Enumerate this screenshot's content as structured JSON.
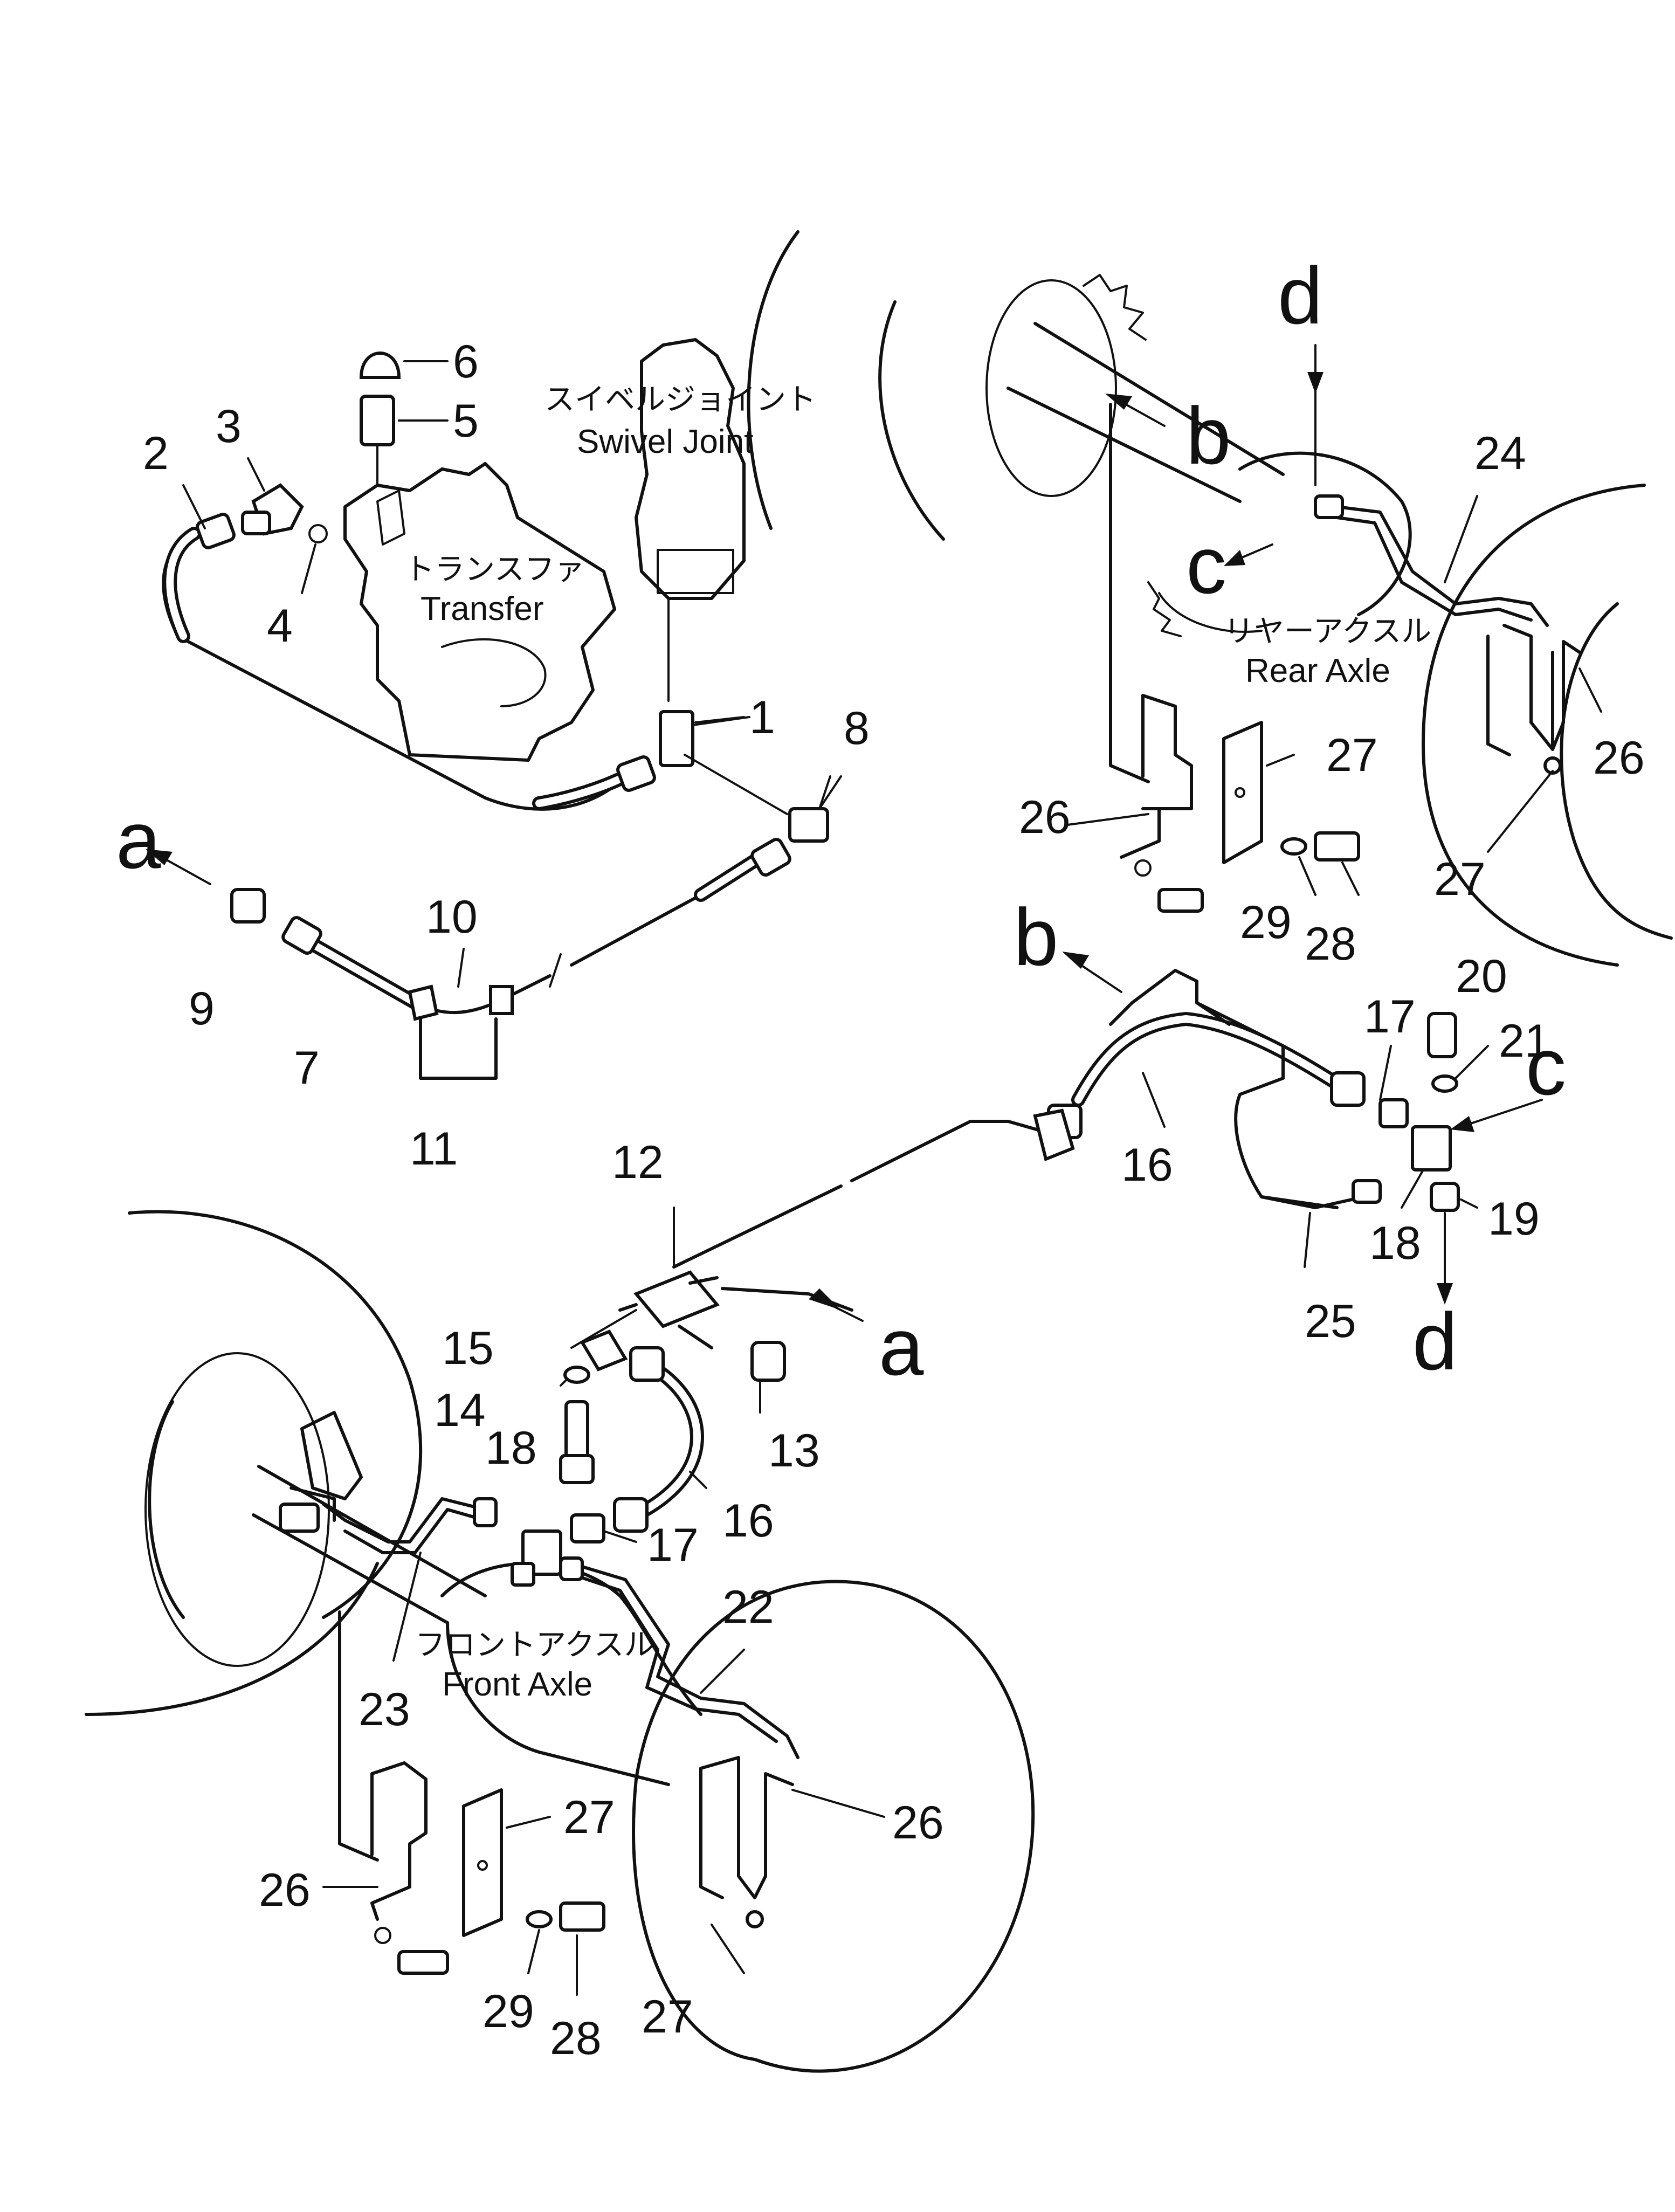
{
  "labels": {
    "swivel_joint_jp": "スイベルジョイント",
    "swivel_joint_en": "Swivel Joint",
    "transfer_jp": "トランスファ",
    "transfer_en": "Transfer",
    "rear_axle_jp": "リヤーアクスル",
    "rear_axle_en": "Rear Axle",
    "front_axle_jp": "フロントアクスル",
    "front_axle_en": "Front Axle"
  },
  "part_numbers": {
    "p1": "1",
    "p2": "2",
    "p3": "3",
    "p4": "4",
    "p5": "5",
    "p6": "6",
    "p7": "7",
    "p8": "8",
    "p9": "9",
    "p10": "10",
    "p11": "11",
    "p12": "12",
    "p13": "13",
    "p14": "14",
    "p15": "15",
    "p16a": "16",
    "p16b": "16",
    "p17a": "17",
    "p17b": "17",
    "p18a": "18",
    "p18b": "18",
    "p19": "19",
    "p20": "20",
    "p21": "21",
    "p22": "22",
    "p23": "23",
    "p24": "24",
    "p25": "25",
    "p26a": "26",
    "p26b": "26",
    "p26c": "26",
    "p26d": "26",
    "p27a": "27",
    "p27b": "27",
    "p27c": "27",
    "p27d": "27",
    "p28a": "28",
    "p28b": "28",
    "p29a": "29",
    "p29b": "29"
  },
  "connection_letters": {
    "a_left": "a",
    "a_right": "a",
    "b_rear": "b",
    "b_mid": "b",
    "c_rear": "c",
    "c_mid": "c",
    "d_top": "d",
    "d_bottom": "d"
  }
}
